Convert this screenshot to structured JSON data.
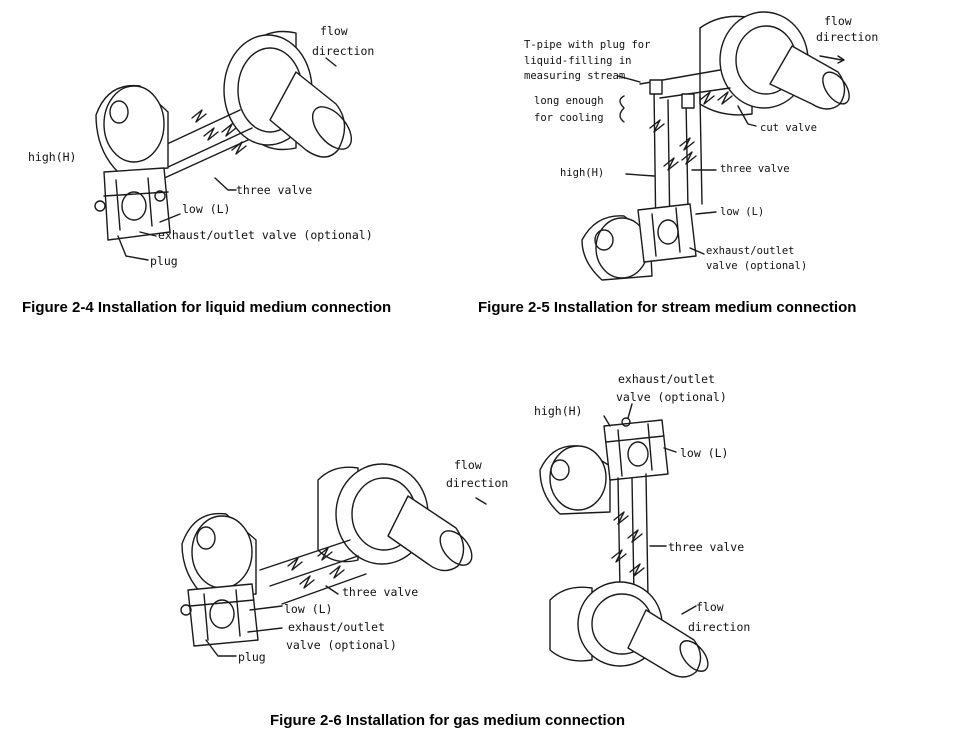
{
  "figure_2_4": {
    "caption": "Figure 2-4 Installation for liquid medium connection",
    "labels": {
      "flow": "flow",
      "direction": "direction",
      "high": "high(H)",
      "three_valve": "three valve",
      "low": "low (L)",
      "exhaust": "exhaust/outlet valve (optional)",
      "plug": "plug"
    }
  },
  "figure_2_5": {
    "caption": "Figure 2-5 Installation for stream medium connection",
    "labels": {
      "flow": "flow",
      "direction": "direction",
      "tpipe_1": "T-pipe with plug for",
      "tpipe_2": "liquid-filling in",
      "tpipe_3": "measuring stream",
      "long_1": "long enough",
      "long_2": "for cooling",
      "cut_valve": "cut valve",
      "high": "high(H)",
      "three_valve": "three valve",
      "low": "low (L)",
      "exhaust_1": "exhaust/outlet",
      "exhaust_2": "valve (optional)"
    }
  },
  "figure_2_6": {
    "caption": "Figure 2-6 Installation for gas medium connection",
    "left": {
      "flow": "flow",
      "direction": "direction",
      "three_valve": "three valve",
      "low": "low (L)",
      "exhaust_1": "exhaust/outlet",
      "exhaust_2": "valve (optional)",
      "plug": "plug"
    },
    "right": {
      "exhaust_1": "exhaust/outlet",
      "exhaust_2": "valve (optional)",
      "high": "high(H)",
      "low": "low (L)",
      "three_valve": "three valve",
      "flow": "flow",
      "direction": "direction"
    }
  }
}
